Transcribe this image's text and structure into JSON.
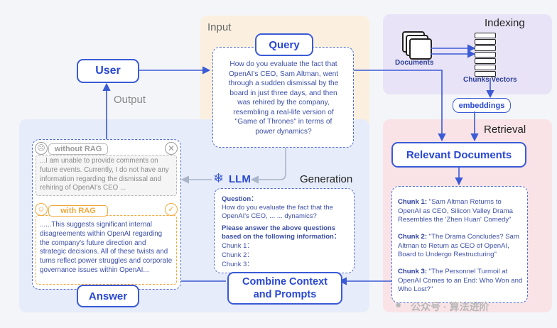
{
  "sections": {
    "input": "Input",
    "output": "Output",
    "indexing": "Indexing",
    "retrieval": "Retrieval",
    "generation": "Generation"
  },
  "nodes": {
    "user": "User",
    "query": "Query",
    "llm": "LLM",
    "relevant_documents": "Relevant Documents",
    "combine_line1": "Combine Context",
    "combine_line2": "and Prompts",
    "answer": "Answer",
    "documents": "Documents",
    "chunks_vectors": "Chunks Vectors",
    "embeddings": "embeddings"
  },
  "query_text": "How do you evaluate the fact that OpenAI's CEO, Sam Altman, went through a sudden dismissal by the board in just three days, and then was rehired by the company, resembling a real-life version of \"Game of Thrones\" in terms of power dynamics?",
  "answers": {
    "without_rag_label": "without RAG",
    "without_rag_text": "...I am unable to provide comments on future events. Currently, I do not have any information regarding the dismissal and rehiring of OpenAI's CEO ...",
    "with_rag_label": "with RAG",
    "with_rag_text": "......This suggests significant internal disagreements within OpenAI regarding the company's future direction and strategic decisions. All of these twists and turns reflect power struggles and corporate governance issues within OpenAI..."
  },
  "prompt": {
    "question_label": "Question：",
    "question_text": "How do you evaluate the fact that the OpenAI's CEO, ... ... dynamics?",
    "instruction": "Please answer the above questions based on the following information：",
    "chunk1": "Chunk 1：",
    "chunk2": "Chunk 2：",
    "chunk3": "Chunk 3："
  },
  "chunks": [
    {
      "label": "Chunk 1:",
      "text": " \"Sam Altman Returns to OpenAI as CEO, Silicon Valley Drama Resembles the 'Zhen Huan' Comedy\""
    },
    {
      "label": "Chunk 2:",
      "text": " \"The Drama Concludes? Sam Altman to Return as CEO of OpenAI, Board to Undergo Restructuring\""
    },
    {
      "label": "Chunk 3:",
      "text": " \"The Personnel Turmoil at OpenAI Comes to an End: Who Won and Who Lost?\""
    }
  ],
  "watermark": "公众号 · 算法进阶",
  "colors": {
    "accent": "#3a5ad6",
    "input_bg": "#fbf0e0",
    "indexing_bg": "#e8e3f6",
    "retrieval_bg": "#f9e3e6",
    "generation_bg": "#e6ecf9",
    "without_rag": "#a9a9a9",
    "with_rag": "#f2a93b"
  }
}
